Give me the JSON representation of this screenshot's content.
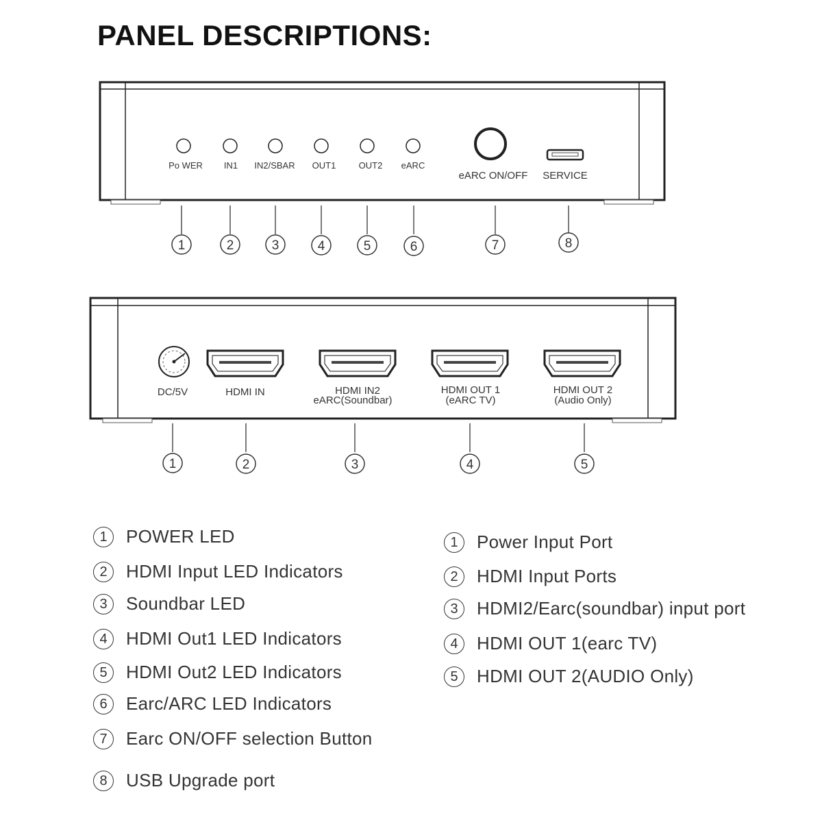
{
  "title": "PANEL DESCRIPTIONS:",
  "front_panel": {
    "leds": [
      {
        "label": "Po WER"
      },
      {
        "label": "IN1"
      },
      {
        "label": "IN2/SBAR"
      },
      {
        "label": "OUT1"
      },
      {
        "label": "OUT2"
      },
      {
        "label": "eARC"
      }
    ],
    "button_label": "eARC ON/OFF",
    "usb_label": "SERVICE",
    "callouts": [
      "1",
      "2",
      "3",
      "4",
      "5",
      "6",
      "7",
      "8"
    ]
  },
  "rear_panel": {
    "dc_label": "DC/5V",
    "ports": [
      {
        "line1": "HDMI IN",
        "line2": ""
      },
      {
        "line1": "HDMI IN2",
        "line2": "eARC(Soundbar)"
      },
      {
        "line1": "HDMI OUT 1",
        "line2": "(eARC TV)"
      },
      {
        "line1": "HDMI OUT 2",
        "line2": "(Audio Only)"
      }
    ],
    "callouts": [
      "1",
      "2",
      "3",
      "4",
      "5"
    ]
  },
  "legend_left": [
    {
      "num": "1",
      "text": "POWER LED"
    },
    {
      "num": "2",
      "text": "HDMI Input LED Indicators"
    },
    {
      "num": "3",
      "text": "Soundbar LED"
    },
    {
      "num": "4",
      "text": "HDMI Out1 LED Indicators"
    },
    {
      "num": "5",
      "text": "HDMI Out2 LED Indicators"
    },
    {
      "num": "6",
      "text": "Earc/ARC LED Indicators"
    },
    {
      "num": "7",
      "text": "Earc ON/OFF selection Button"
    },
    {
      "num": "8",
      "text": "USB Upgrade port"
    }
  ],
  "legend_right": [
    {
      "num": "1",
      "text": "Power Input Port"
    },
    {
      "num": "2",
      "text": "HDMI Input Ports"
    },
    {
      "num": "3",
      "text": "HDMI2/Earc(soundbar) input port"
    },
    {
      "num": "4",
      "text": "HDMI OUT 1(earc TV)"
    },
    {
      "num": "5",
      "text": "HDMI OUT 2(AUDIO Only)"
    }
  ]
}
